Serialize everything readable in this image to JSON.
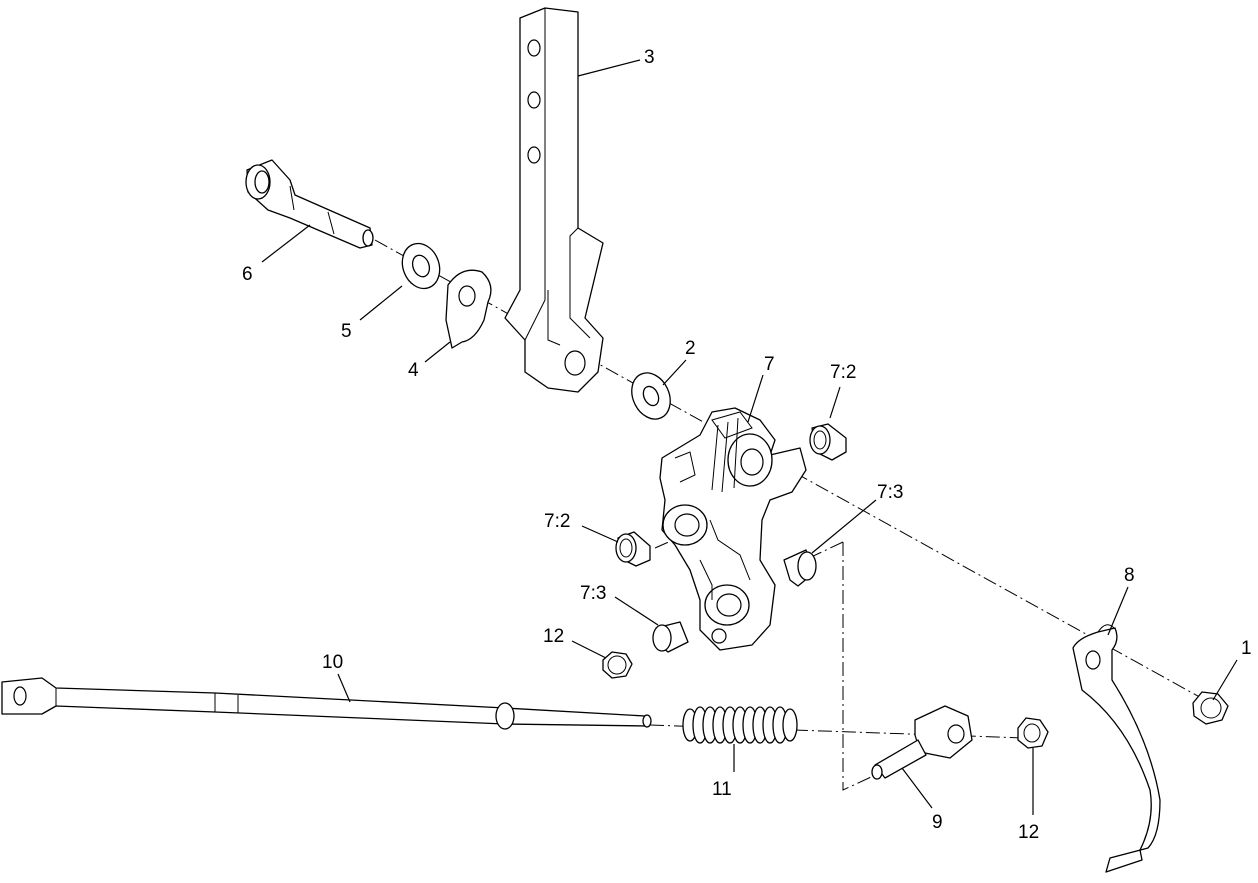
{
  "diagram": {
    "callouts": [
      {
        "id": "c1",
        "label": "1"
      },
      {
        "id": "c2",
        "label": "2"
      },
      {
        "id": "c3",
        "label": "3"
      },
      {
        "id": "c4",
        "label": "4"
      },
      {
        "id": "c5",
        "label": "5"
      },
      {
        "id": "c6",
        "label": "6"
      },
      {
        "id": "c7",
        "label": "7"
      },
      {
        "id": "c72a",
        "label": "7:2"
      },
      {
        "id": "c72b",
        "label": "7:2"
      },
      {
        "id": "c73a",
        "label": "7:3"
      },
      {
        "id": "c73b",
        "label": "7:3"
      },
      {
        "id": "c8",
        "label": "8"
      },
      {
        "id": "c9",
        "label": "9"
      },
      {
        "id": "c10",
        "label": "10"
      },
      {
        "id": "c11",
        "label": "11"
      },
      {
        "id": "c12a",
        "label": "12"
      },
      {
        "id": "c12b",
        "label": "12"
      }
    ]
  }
}
